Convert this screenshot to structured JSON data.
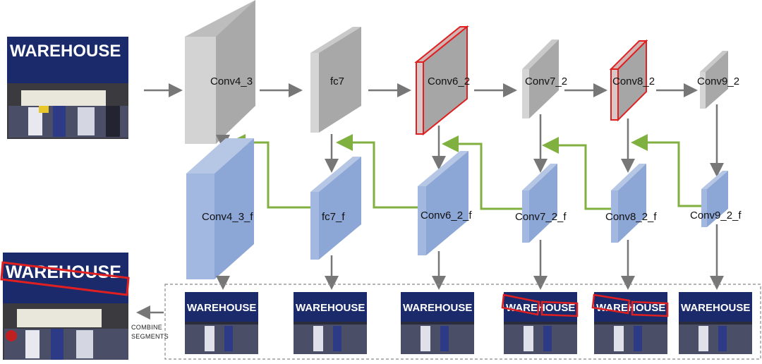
{
  "store_sign": "WAREHOUSE",
  "combine_label_line1": "COMBINE",
  "combine_label_line2": "SEGMENTS",
  "top_layers": [
    {
      "label": "Conv4_3",
      "highlighted": false
    },
    {
      "label": "fc7",
      "highlighted": false
    },
    {
      "label": "Conv6_2",
      "highlighted": true
    },
    {
      "label": "Conv7_2",
      "highlighted": false
    },
    {
      "label": "Conv8_2",
      "highlighted": true
    },
    {
      "label": "Conv9_2",
      "highlighted": false
    }
  ],
  "fused_layers": [
    {
      "label": "Conv4_3_f"
    },
    {
      "label": "fc7_f"
    },
    {
      "label": "Conv6_2_f"
    },
    {
      "label": "Conv7_2_f"
    },
    {
      "label": "Conv8_2_f"
    },
    {
      "label": "Conv9_2_f"
    }
  ],
  "segment_detections": [
    false,
    false,
    false,
    true,
    true,
    false
  ],
  "colors": {
    "gray_block": "#a8a8a8",
    "blue_block": "#9db3dc",
    "highlight": "#e02020",
    "green_arrow": "#80b040",
    "gray_arrow": "#777777"
  }
}
